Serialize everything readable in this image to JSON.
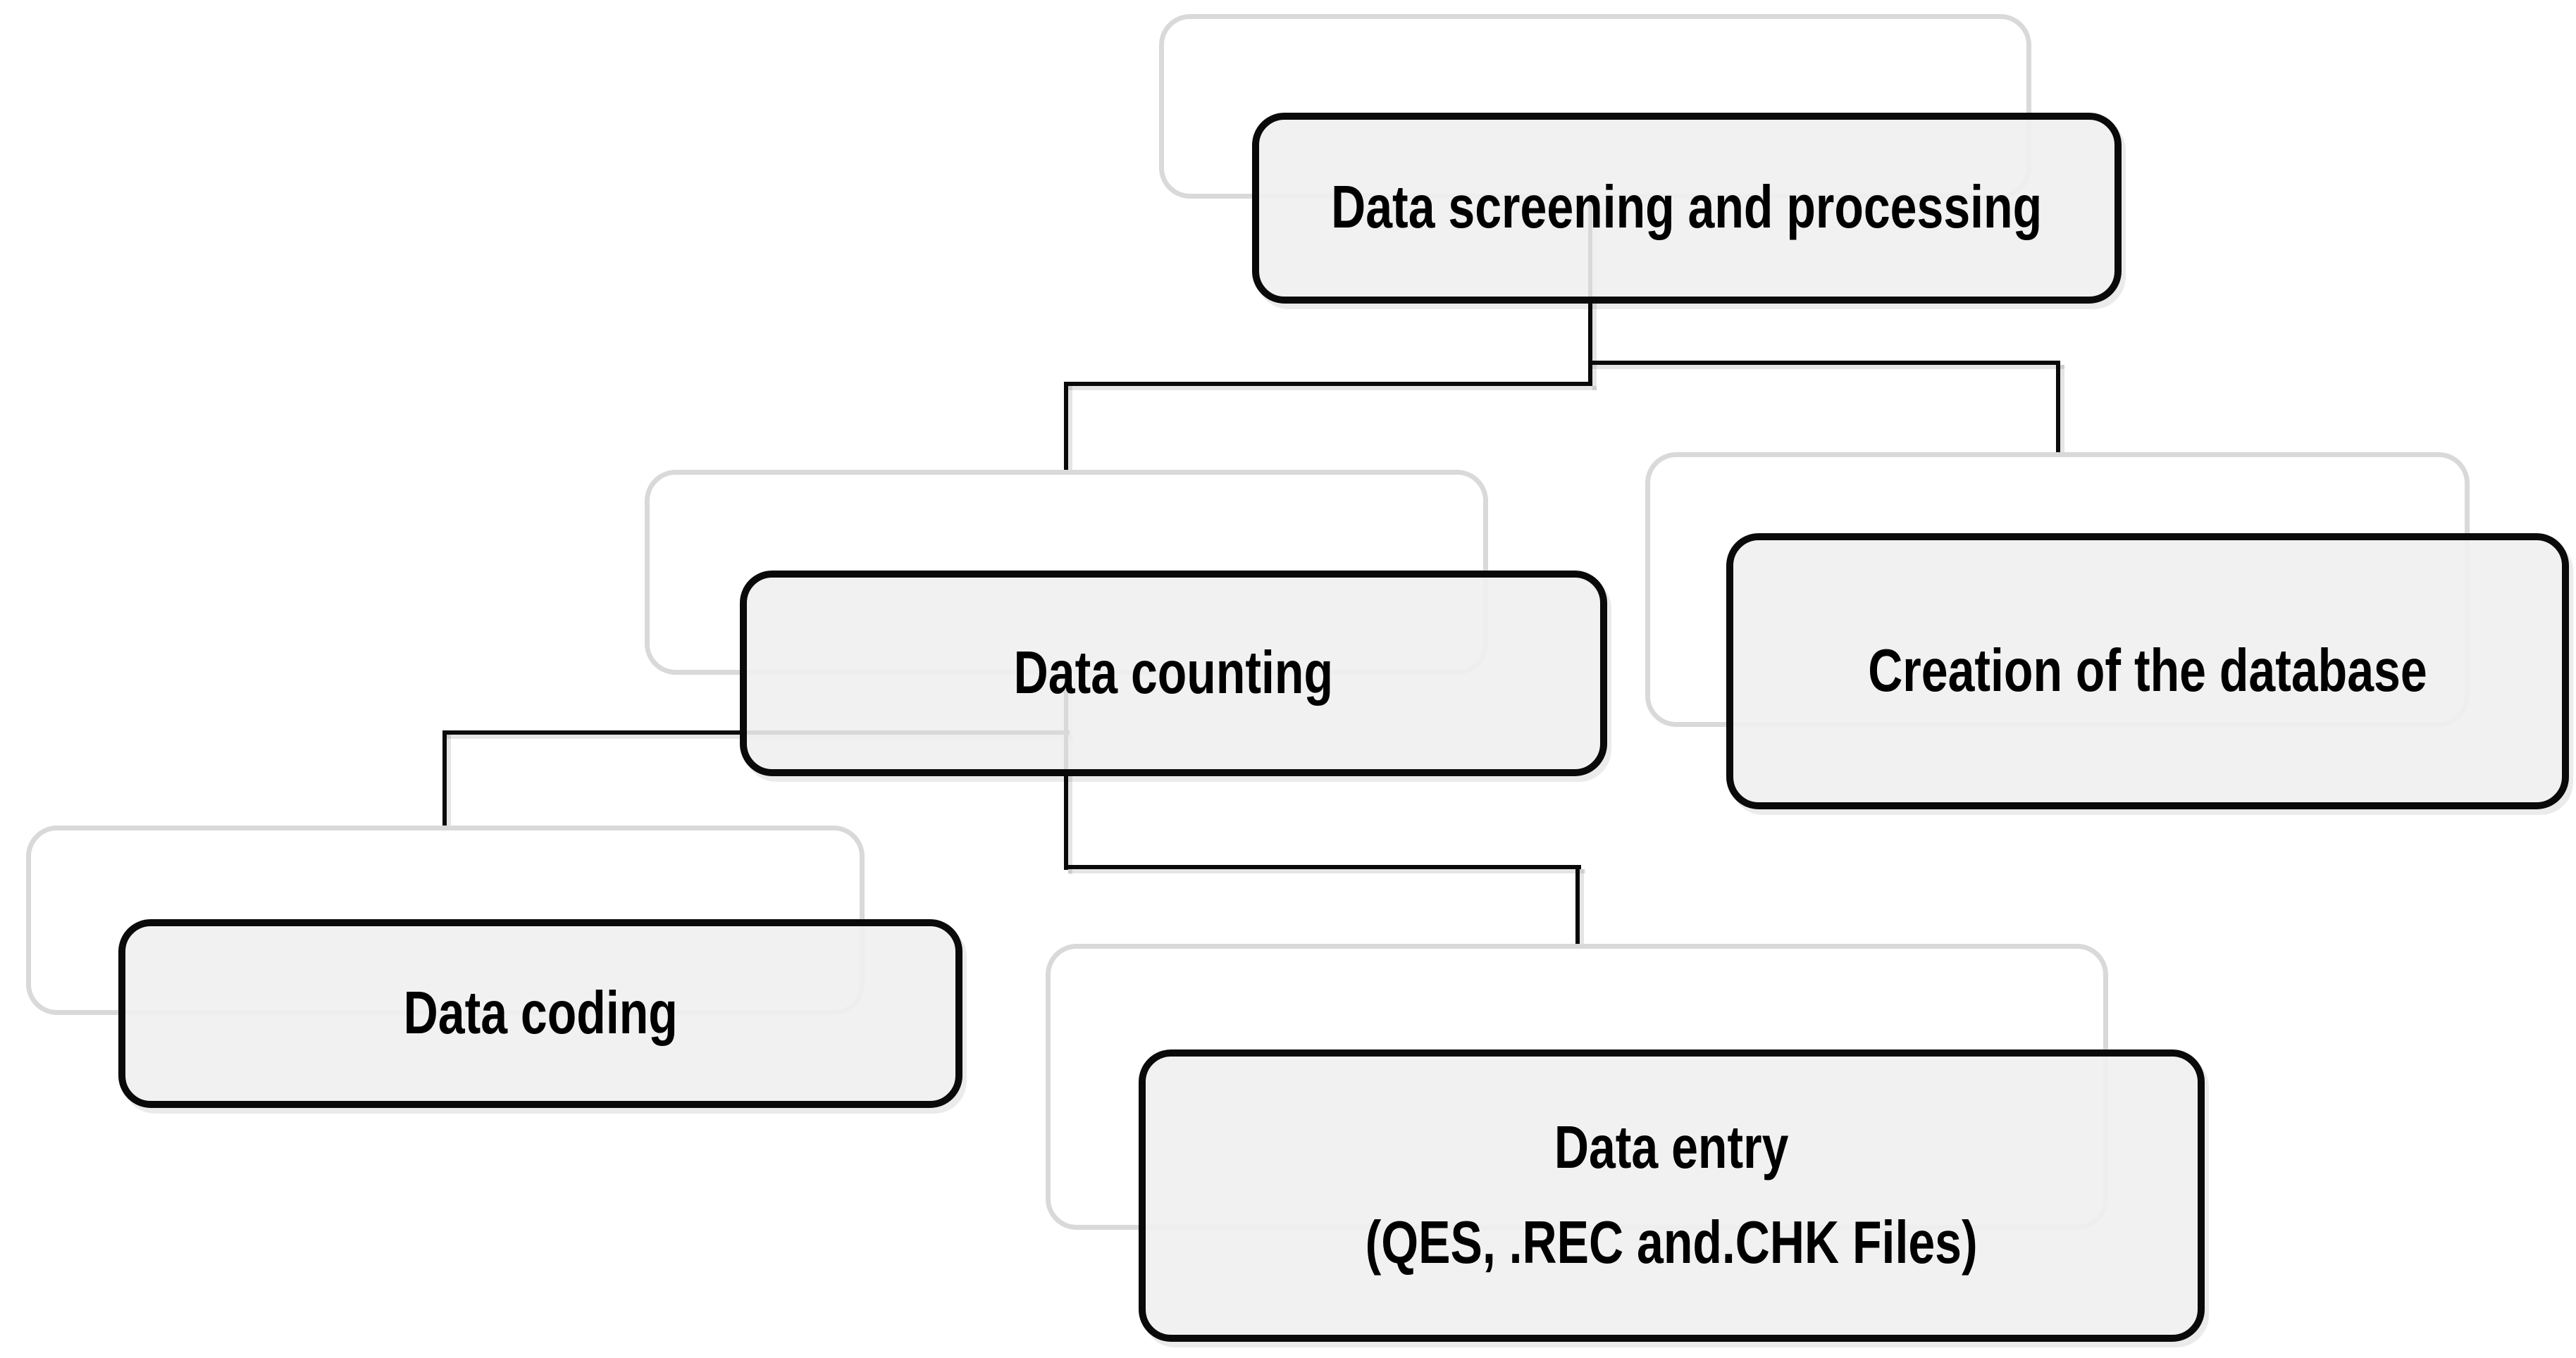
{
  "diagram": {
    "type": "flowchart",
    "nodes": [
      {
        "id": "data-screening",
        "label": "Data screening and processing"
      },
      {
        "id": "data-counting",
        "label": "Data counting"
      },
      {
        "id": "creation-database",
        "label": "Creation of the database"
      },
      {
        "id": "data-coding",
        "label": "Data coding"
      },
      {
        "id": "data-entry",
        "label": "Data entry",
        "label2": "(QES, .REC and.CHK Files)"
      }
    ],
    "edges": [
      {
        "from": "data-screening",
        "to": "data-counting"
      },
      {
        "from": "data-screening",
        "to": "creation-database"
      },
      {
        "from": "data-counting",
        "to": "data-coding"
      },
      {
        "from": "data-counting",
        "to": "data-entry"
      }
    ],
    "colors": {
      "background": "#ffffff",
      "node_fill": "#f2f2f2",
      "node_border": "#000000",
      "shadow_rect_fill": "#ffffff",
      "shadow_rect_border": "#d9d9d9",
      "connector": "#000000",
      "text": "#000000"
    }
  }
}
